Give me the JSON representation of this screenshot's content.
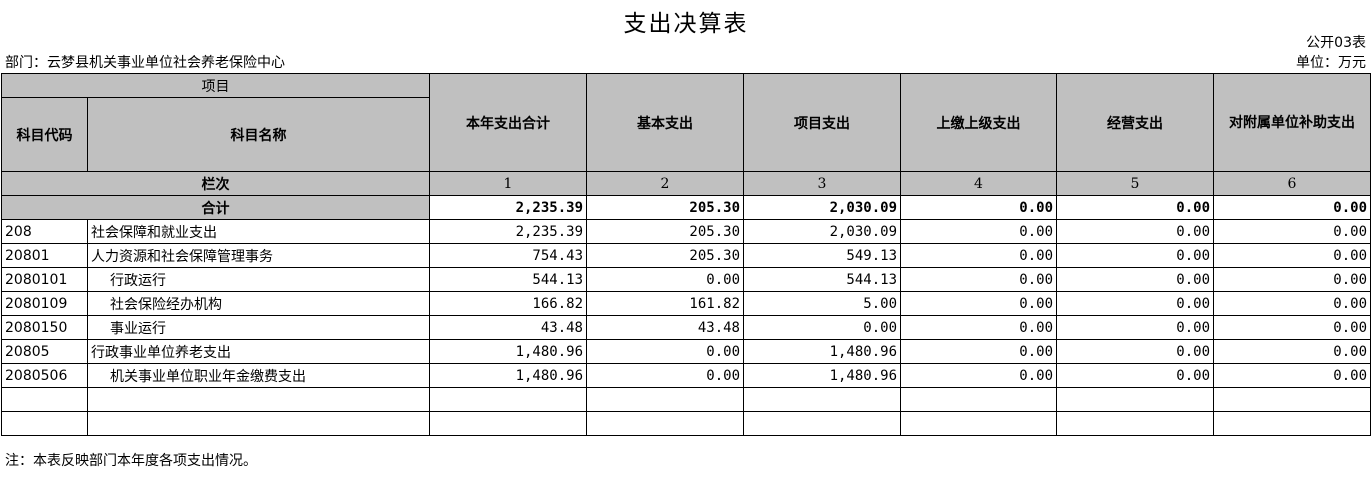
{
  "report": {
    "title": "支出决算表",
    "form_code": "公开03表",
    "department": "部门：云梦县机关事业单位社会养老保险中心",
    "unit": "单位：万元",
    "note": "注：本表反映部门本年度各项支出情况。"
  },
  "headers": {
    "item": "项目",
    "subject_code": "科目代码",
    "subject_name": "科目名称",
    "columns": [
      "本年支出合计",
      "基本支出",
      "项目支出",
      "上缴上级支出",
      "经营支出",
      "对附属单位补助支出"
    ],
    "col_row_label": "栏次",
    "col_numbers": [
      "1",
      "2",
      "3",
      "4",
      "5",
      "6"
    ]
  },
  "total": {
    "label": "合计",
    "values": [
      "2,235.39",
      "205.30",
      "2,030.09",
      "0.00",
      "0.00",
      "0.00"
    ]
  },
  "rows": [
    {
      "code": "208",
      "name": "社会保障和就业支出",
      "values": [
        "2,235.39",
        "205.30",
        "2,030.09",
        "0.00",
        "0.00",
        "0.00"
      ]
    },
    {
      "code": "20801",
      "name": "人力资源和社会保障管理事务",
      "values": [
        "754.43",
        "205.30",
        "549.13",
        "0.00",
        "0.00",
        "0.00"
      ]
    },
    {
      "code": "2080101",
      "name": "行政运行",
      "values": [
        "544.13",
        "0.00",
        "544.13",
        "0.00",
        "0.00",
        "0.00"
      ]
    },
    {
      "code": "2080109",
      "name": "社会保险经办机构",
      "values": [
        "166.82",
        "161.82",
        "5.00",
        "0.00",
        "0.00",
        "0.00"
      ]
    },
    {
      "code": "2080150",
      "name": "事业运行",
      "values": [
        "43.48",
        "43.48",
        "0.00",
        "0.00",
        "0.00",
        "0.00"
      ]
    },
    {
      "code": "20805",
      "name": "行政事业单位养老支出",
      "values": [
        "1,480.96",
        "0.00",
        "1,480.96",
        "0.00",
        "0.00",
        "0.00"
      ]
    },
    {
      "code": "2080506",
      "name": "机关事业单位职业年金缴费支出",
      "values": [
        "1,480.96",
        "0.00",
        "1,480.96",
        "0.00",
        "0.00",
        "0.00"
      ]
    }
  ],
  "empty_rows": 2
}
